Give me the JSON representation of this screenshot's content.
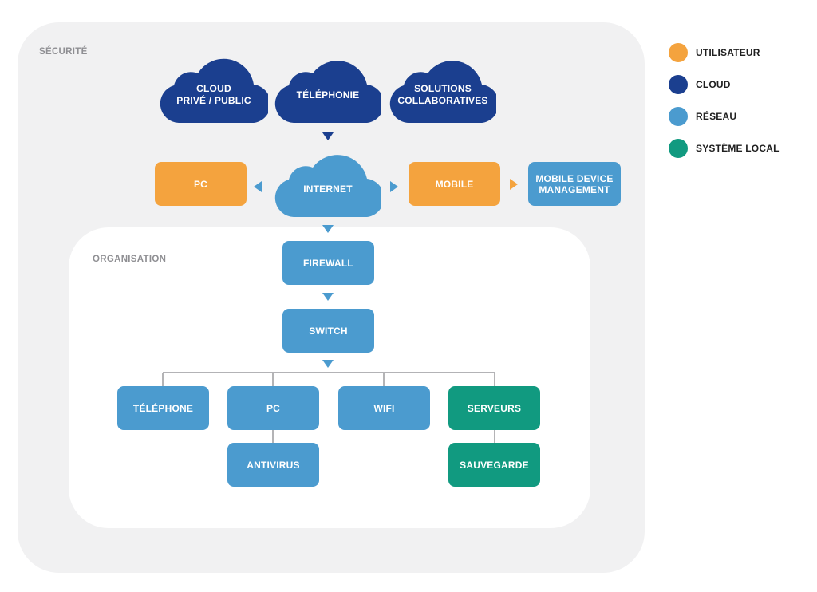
{
  "regions": {
    "securite": "SÉCURITÉ",
    "organisation": "ORGANISATION"
  },
  "clouds": {
    "cloud_prive_public": "CLOUD\nPRIVÉ / PUBLIC",
    "telephonie": "TÉLÉPHONIE",
    "solutions_collaboratives": "SOLUTIONS\nCOLLABORATIVES",
    "internet": "INTERNET"
  },
  "nodes": {
    "pc_user": "PC",
    "mobile": "MOBILE",
    "mdm": "MOBILE DEVICE\nMANAGEMENT",
    "firewall": "FIREWALL",
    "switch": "SWITCH",
    "telephone": "TÉLÉPHONE",
    "pc_local": "PC",
    "wifi": "WIFI",
    "serveurs": "SERVEURS",
    "antivirus": "ANTIVIRUS",
    "sauvegarde": "SAUVEGARDE"
  },
  "legend": [
    {
      "label": "UTILISATEUR",
      "color": "#f4a33e"
    },
    {
      "label": "CLOUD",
      "color": "#1b3f8f"
    },
    {
      "label": "RÉSEAU",
      "color": "#4b9bcf"
    },
    {
      "label": "SYSTÈME LOCAL",
      "color": "#119a80"
    }
  ],
  "colors": {
    "utilisateur": "#f4a33e",
    "cloud": "#1b3f8f",
    "reseau": "#4b9bcf",
    "systeme_local": "#119a80"
  }
}
